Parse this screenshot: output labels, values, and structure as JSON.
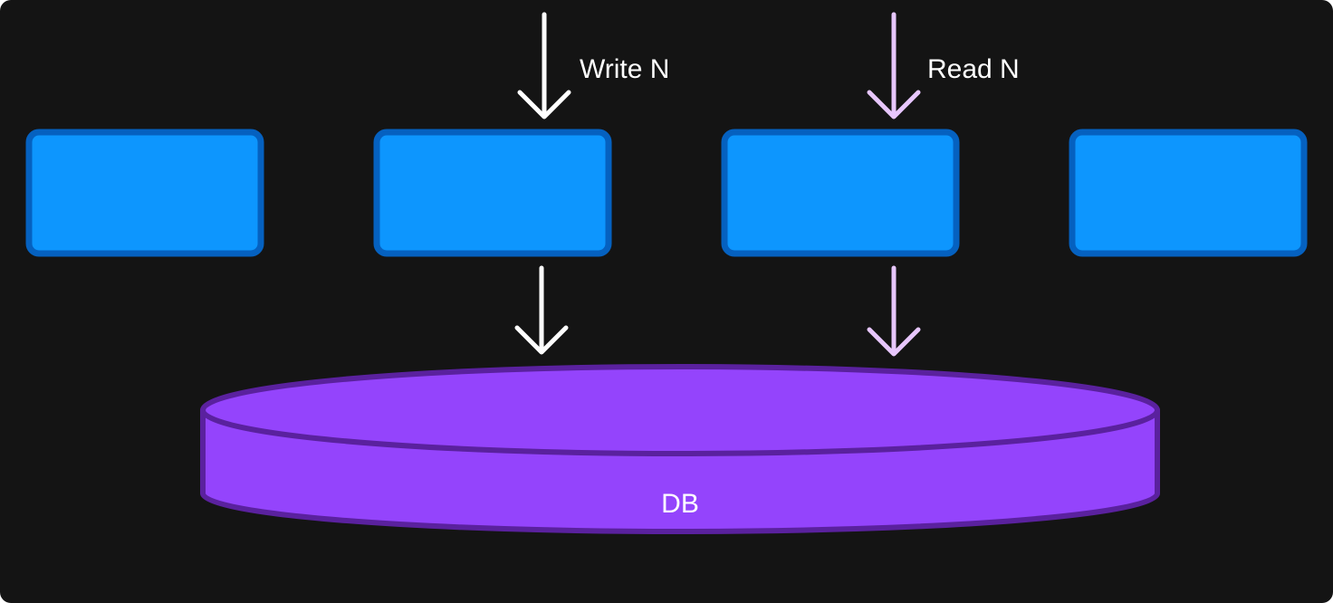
{
  "colors": {
    "background": "#141414",
    "server_fill": "#0d96fe",
    "server_stroke": "#0561c0",
    "db_fill": "#9444fc",
    "db_stroke": "#5a219e",
    "write_arrow": "#ffffff",
    "read_arrow": "#e7c6fd",
    "text": "#ffffff"
  },
  "icons": {
    "server": "rounded-rectangle",
    "database": "cylinder-disk",
    "arrow": "down-arrow"
  },
  "labels": {
    "write": "Write N",
    "read": "Read N",
    "db": "DB"
  }
}
